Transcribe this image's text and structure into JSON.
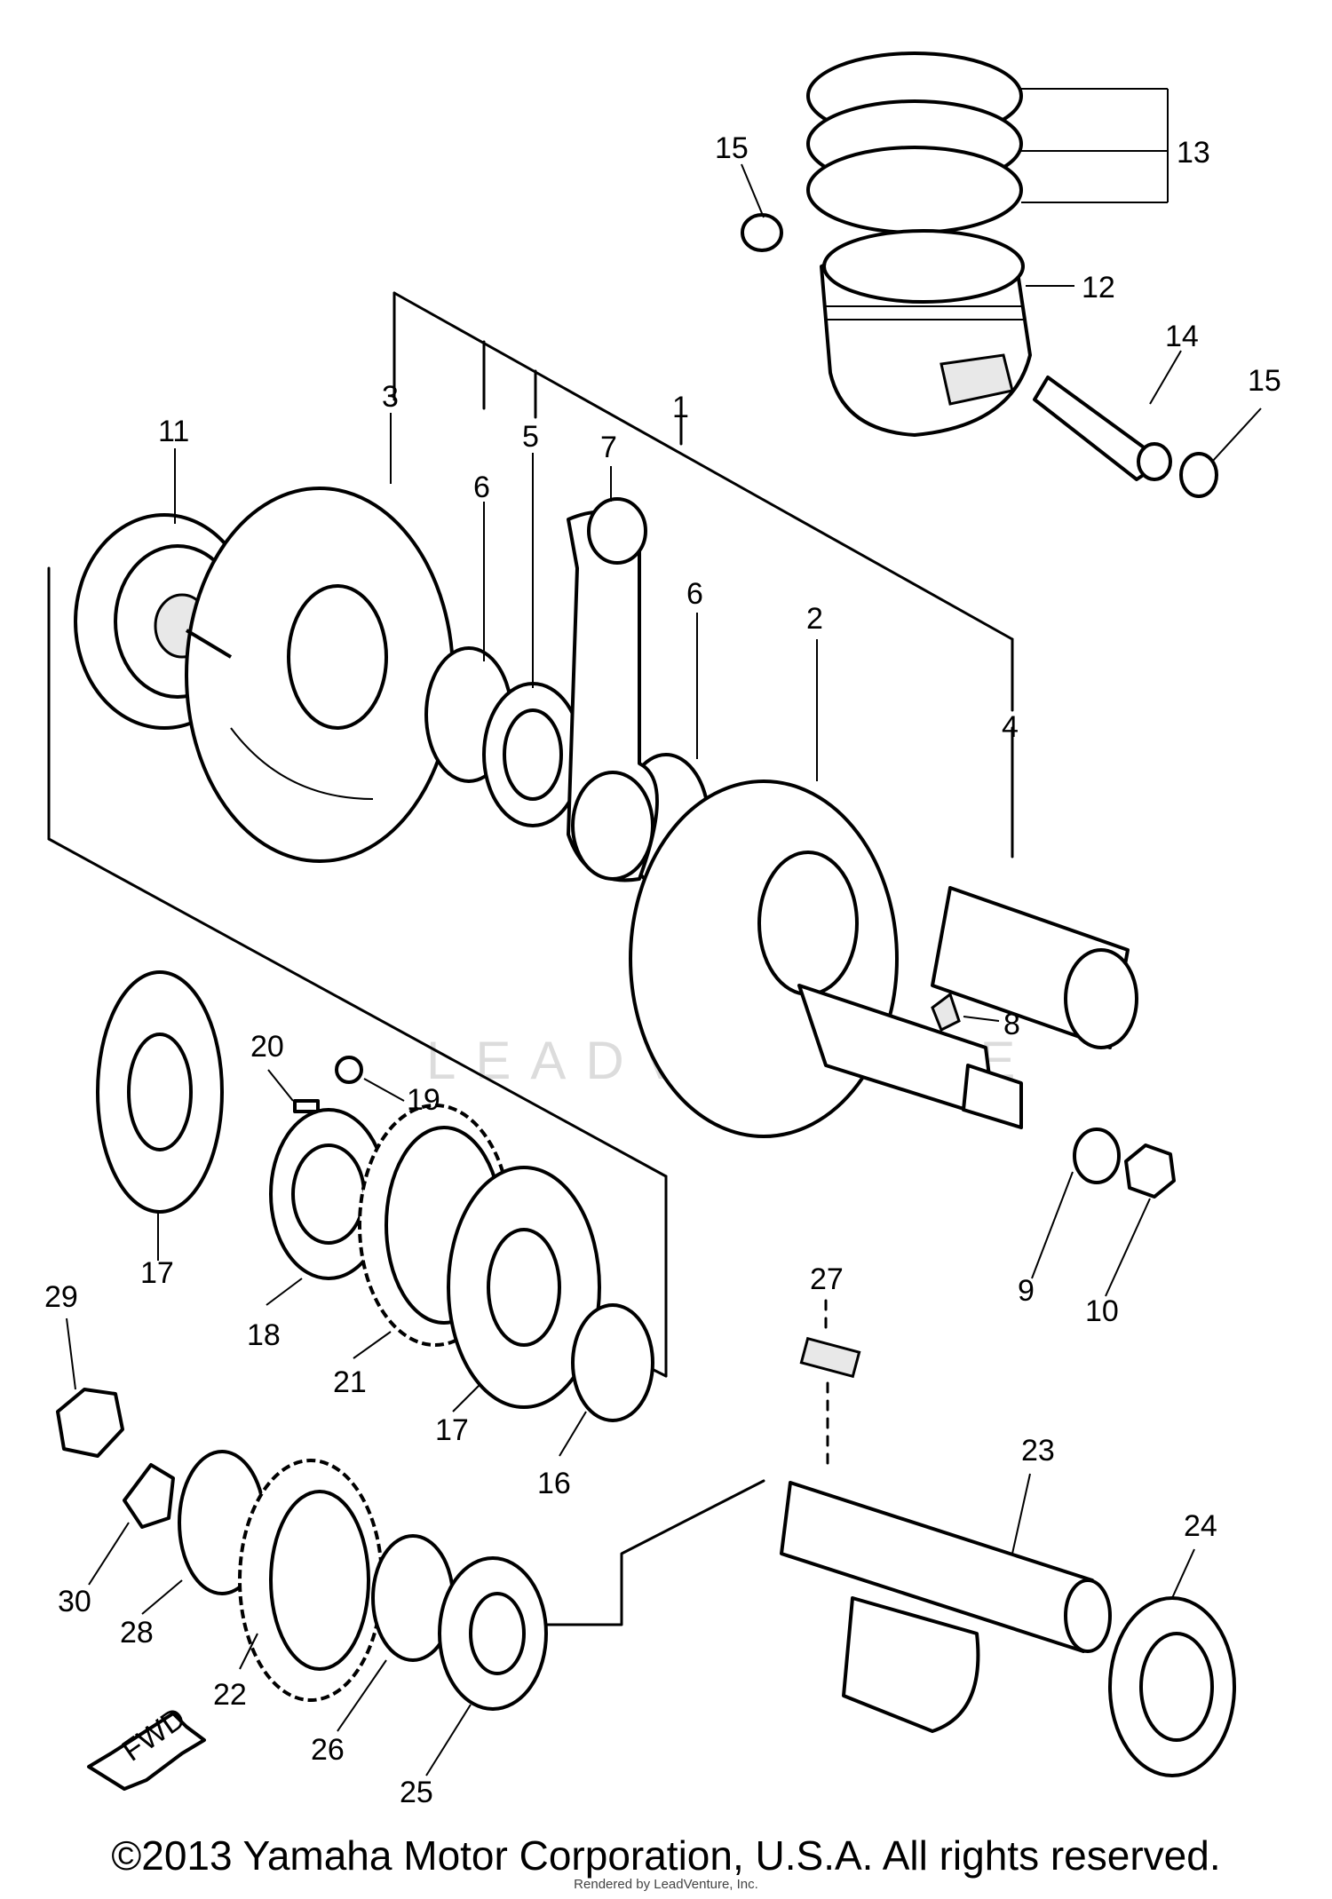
{
  "diagram": {
    "callouts": {
      "c1": "1",
      "c2": "2",
      "c3": "3",
      "c4": "4",
      "c5": "5",
      "c6a": "6",
      "c6b": "6",
      "c7": "7",
      "c8": "8",
      "c9": "9",
      "c10": "10",
      "c11": "11",
      "c12": "12",
      "c13": "13",
      "c14": "14",
      "c15a": "15",
      "c15b": "15",
      "c16": "16",
      "c17a": "17",
      "c17b": "17",
      "c18": "18",
      "c19": "19",
      "c20": "20",
      "c21": "21",
      "c22": "22",
      "c23": "23",
      "c24": "24",
      "c25": "25",
      "c26": "26",
      "c27": "27",
      "c28": "28",
      "c29": "29",
      "c30": "30"
    },
    "fwd_label": "FWD",
    "watermark": "LEADVENTURE"
  },
  "footer": {
    "copyright": "©2013 Yamaha Motor Corporation, U.S.A. All rights reserved.",
    "rendered_by": "Rendered by LeadVenture, Inc."
  }
}
